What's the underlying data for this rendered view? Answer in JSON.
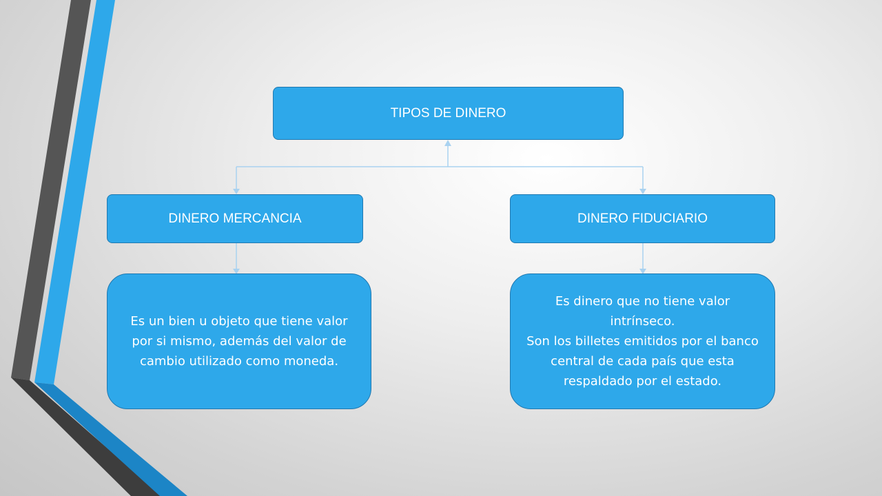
{
  "diagram": {
    "root": {
      "label": "TIPOS DE DINERO"
    },
    "branches": [
      {
        "label": "DINERO MERCANCIA",
        "description": "Es un bien u objeto que tiene valor por si mismo, además del valor de cambio utilizado como moneda."
      },
      {
        "label": "DINERO FIDUCIARIO",
        "description": "Es dinero que no tiene valor intrínseco.\nSon los billetes emitidos por el banco central de cada país que esta respaldado por el estado."
      }
    ]
  },
  "colors": {
    "box_fill": "#2ea8ea",
    "box_border": "#1f78b0",
    "connector": "#a9d2f0",
    "stripe_dark": "#555555",
    "stripe_blue": "#2ea8ea"
  }
}
